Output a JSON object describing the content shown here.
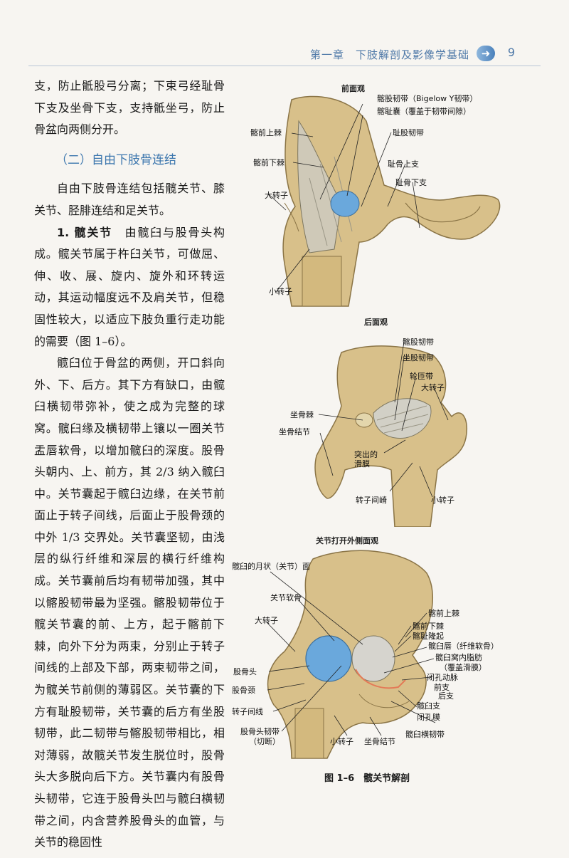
{
  "header": {
    "chapter": "第一章　下肢解剖及影像学基础",
    "page_number": "9"
  },
  "text": {
    "p1": "支，防止骶股弓分离；下束弓经耻骨下支及坐骨下支，支持骶坐弓，防止骨盆向两侧分开。",
    "section_title": "（二）自由下肢骨连结",
    "p2": "自由下肢骨连结包括髋关节、膝关节、胫腓连结和足关节。",
    "p3_lead": "1. 髋关节",
    "p3": "　由髋臼与股骨头构成。髋关节属于杵臼关节，可做屈、伸、收、展、旋内、旋外和环转运动，其运动幅度远不及肩关节，但稳固性较大，以适应下肢负重行走功能的需要（图 1–6）。",
    "p4": "髋臼位于骨盆的两侧，开口斜向外、下、后方。其下方有缺口，由髋臼横韧带弥补，使之成为完整的球窝。髋臼缘及横韧带上镶以一圈关节盂唇软骨，以增加髋臼的深度。股骨头朝内、上、前方，其 2/3 纳入髋臼中。关节囊起于髋臼边缘，在关节前面止于转子间线，后面止于股骨颈的中外 1/3 交界处。关节囊坚韧，由浅层的纵行纤维和深层的横行纤维构成。关节囊前后均有韧带加强，其中以髂股韧带最为坚强。髂股韧带位于髋关节囊的前、上方，起于髂前下棘，向外下分为两束，分别止于转子间线的上部及下部，两束韧带之间，为髋关节前侧的薄弱区。关节囊的下方有耻股韧带，关节囊的后方有坐股韧带，此二韧带与髂股韧带相比，相对薄弱，故髋关节发生脱位时，股骨头大多脱向后下方。关节囊内有股骨头韧带，它连于股骨头凹与髋臼横韧带之间，内含营养股骨头的血管，与关节的稳固性"
  },
  "figure": {
    "caption": "图 1–6　髋关节解剖",
    "anterior": {
      "title": "前面观",
      "labels": {
        "iliofemoral": "髂股韧带（Bigelow Y韧带）",
        "iliopubic_capsule": "髂耻囊（覆盖于韧带间隙）",
        "pubofemoral": "耻股韧带",
        "asis": "髂前上棘",
        "aiis": "髂前下棘",
        "sup_ramus": "耻骨上支",
        "inf_ramus": "耻骨下支",
        "greater_trochanter": "大转子",
        "lesser_trochanter": "小转子"
      }
    },
    "posterior": {
      "title": "后面观",
      "labels": {
        "iliofemoral": "髂股韧带",
        "ischiofemoral": "坐股韧带",
        "zona": "轮匝带",
        "greater_trochanter": "大转子",
        "ischial_spine": "坐骨棘",
        "ischial_tuberosity": "坐骨结节",
        "synovium": "突出的\n滑膜",
        "crest": "转子间嵴",
        "lesser_trochanter": "小转子"
      }
    },
    "lateral": {
      "title": "关节打开外侧面观",
      "labels": {
        "lunate": "髋臼的月状（关节）面",
        "cartilage": "关节软骨",
        "greater_trochanter": "大转子",
        "asis": "髂前上棘",
        "aiis": "髂前下棘",
        "iliopubic_eminence": "髂耻隆起",
        "labrum": "髋臼唇（纤维软骨）",
        "fat_pad": "髋臼窝内脂肪",
        "fat_pad2": "（覆盖滑膜）",
        "obturator_artery": "闭孔动脉",
        "ant_branch": "前支",
        "post_branch": "后支",
        "acetabular_branch": "髋臼支",
        "obturator_membrane": "闭孔膜",
        "transverse_ligament": "髋臼横韧带",
        "femoral_head": "股骨头",
        "femoral_neck": "股骨颈",
        "intertrochanteric_line": "转子间线",
        "head_ligament": "股骨头韧带",
        "head_ligament2": "（切断）",
        "lesser_trochanter": "小转子",
        "ischial_tuberosity": "坐骨结节"
      }
    }
  }
}
